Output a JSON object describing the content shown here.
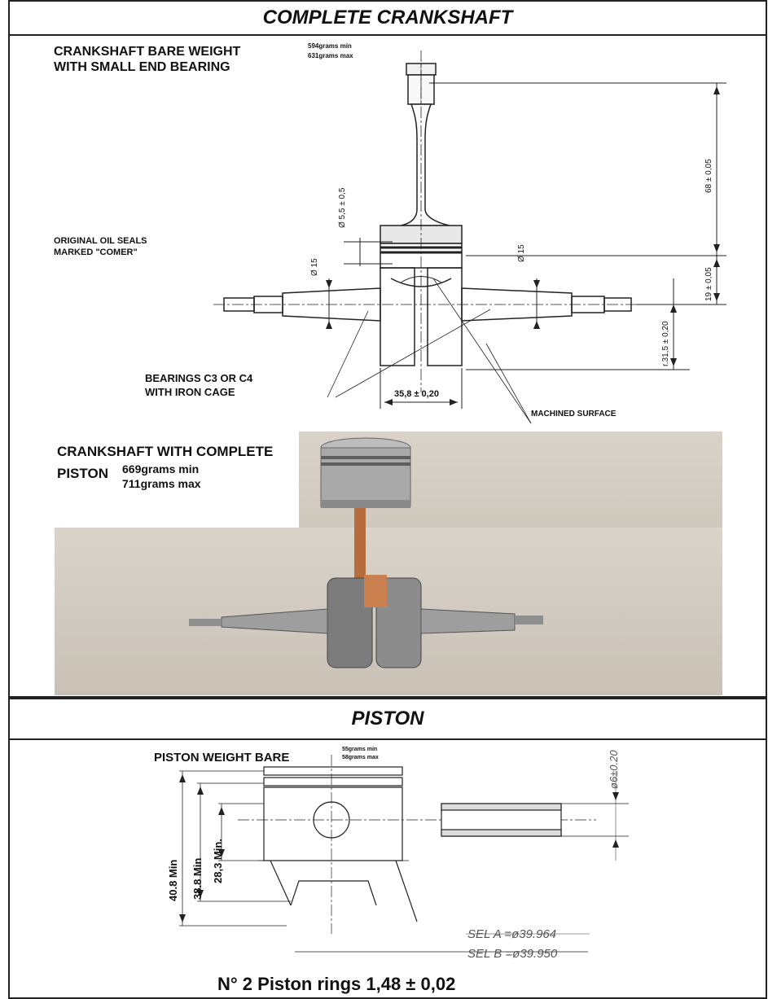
{
  "crankshaft": {
    "title": "COMPLETE CRANKSHAFT",
    "bare_weight_label": "CRANKSHAFT BARE WEIGHT WITH SMALL END BEARING",
    "bare_weight_line1": "CRANKSHAFT BARE WEIGHT",
    "bare_weight_line2": "WITH SMALL END BEARING",
    "bare_weight_min": "594grams min",
    "bare_weight_max": "631grams max",
    "oil_seals_line1": "ORIGINAL OIL SEALS",
    "oil_seals_line2": "MARKED \"COMER\"",
    "bearings_line1": "BEARINGS C3 OR C4",
    "bearings_line2": "WITH IRON CAGE",
    "machined_surface": "MACHINED SURFACE",
    "dim_bore": "Ø 5,5 ± 0,5",
    "dim_shaft_left": "Ø 15",
    "dim_shaft_right": "Ø 15",
    "dim_rod": "68 ± 0,05",
    "dim_offset": "19 ± 0,05",
    "dim_radius": "r.31,5 ± 0,20",
    "dim_width": "35,8 ± 0,20",
    "complete_piston_line1": "CRANKSHAFT WITH COMPLETE",
    "complete_piston_line2": "PISTON",
    "complete_min": "669grams min",
    "complete_max": "711grams max"
  },
  "piston": {
    "title": "PISTON",
    "weight_label": "PISTON  WEIGHT BARE",
    "weight_min": "55grams min",
    "weight_max": "58grams max",
    "dim_height_1": "40.8 Min",
    "dim_height_2": "38.8 Min",
    "dim_height_3": "28,3 Min.",
    "dim_pin": "ø6±0.20",
    "sel_a": "SEL  A  =ø39.964",
    "sel_b": "SEL  B  =ø39.950",
    "rings": "N° 2 Piston rings  1,48 ± 0,02"
  }
}
